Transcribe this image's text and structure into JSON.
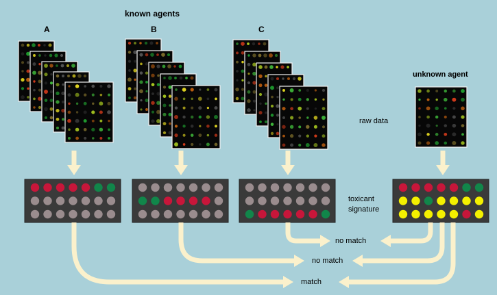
{
  "title": "known agents",
  "unknown_title": "unknown agent",
  "groups": [
    {
      "label": "A",
      "signature": [
        [
          "red",
          "red",
          "red",
          "red",
          "red",
          "green",
          "green"
        ],
        [
          "grey",
          "grey",
          "grey",
          "grey",
          "grey",
          "grey",
          "grey"
        ],
        [
          "grey",
          "grey",
          "grey",
          "grey",
          "grey",
          "grey",
          "grey"
        ]
      ]
    },
    {
      "label": "B",
      "signature": [
        [
          "grey",
          "grey",
          "grey",
          "grey",
          "grey",
          "grey",
          "grey"
        ],
        [
          "green",
          "green",
          "red",
          "red",
          "red",
          "red",
          "grey"
        ],
        [
          "grey",
          "grey",
          "grey",
          "grey",
          "grey",
          "grey",
          "grey"
        ]
      ]
    },
    {
      "label": "C",
      "signature": [
        [
          "grey",
          "grey",
          "grey",
          "grey",
          "grey",
          "grey",
          "grey"
        ],
        [
          "grey",
          "grey",
          "grey",
          "grey",
          "grey",
          "grey",
          "grey"
        ],
        [
          "green",
          "red",
          "red",
          "red",
          "red",
          "red",
          "green"
        ]
      ]
    }
  ],
  "unknown_signature": [
    [
      "red",
      "red",
      "red",
      "red",
      "red",
      "green",
      "green"
    ],
    [
      "yellow",
      "yellow",
      "green",
      "yellow",
      "yellow",
      "yellow",
      "yellow"
    ],
    [
      "yellow",
      "yellow",
      "yellow",
      "yellow",
      "yellow",
      "red",
      "yellow"
    ]
  ],
  "raw_data_label": "raw data",
  "signature_label_line1": "toxicant",
  "signature_label_line2": "signature",
  "results": [
    {
      "label": "no match"
    },
    {
      "label": "no match"
    },
    {
      "label": "match"
    }
  ],
  "colors": {
    "background": "#a9d0d9",
    "panel": "#3a3a3a",
    "red": "#c8163a",
    "green": "#11864a",
    "grey": "#9a8c8e",
    "yellow": "#f4f000",
    "arrow": "#fbf1cc"
  }
}
